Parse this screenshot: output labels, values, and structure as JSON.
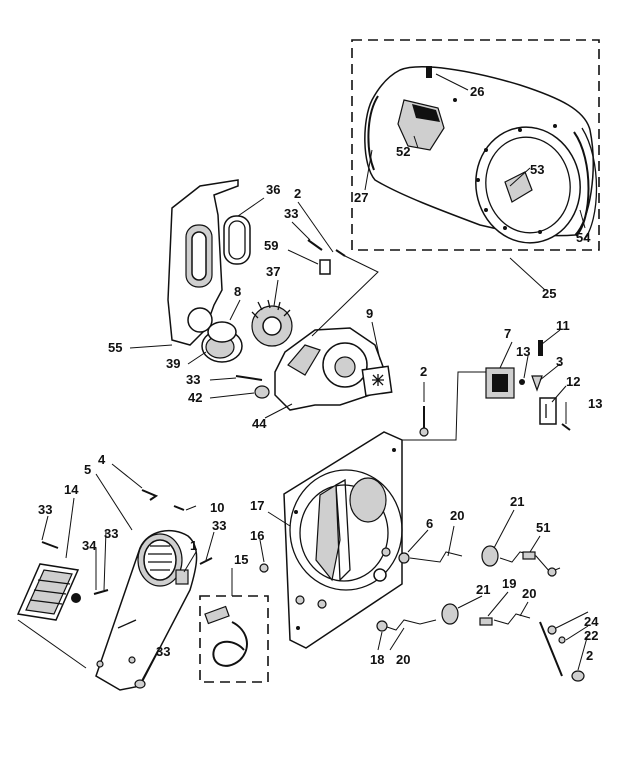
{
  "labels": [
    {
      "id": "26",
      "text": "26"
    },
    {
      "id": "52",
      "text": "52"
    },
    {
      "id": "27",
      "text": "27"
    },
    {
      "id": "53",
      "text": "53"
    },
    {
      "id": "54",
      "text": "54"
    },
    {
      "id": "25",
      "text": "25"
    },
    {
      "id": "36",
      "text": "36"
    },
    {
      "id": "2a",
      "text": "2"
    },
    {
      "id": "33a",
      "text": "33"
    },
    {
      "id": "59",
      "text": "59"
    },
    {
      "id": "37",
      "text": "37"
    },
    {
      "id": "8a",
      "text": "8"
    },
    {
      "id": "55",
      "text": "55"
    },
    {
      "id": "39",
      "text": "39"
    },
    {
      "id": "33b",
      "text": "33"
    },
    {
      "id": "42",
      "text": "42"
    },
    {
      "id": "44",
      "text": "44"
    },
    {
      "id": "9",
      "text": "9"
    },
    {
      "id": "7",
      "text": "7"
    },
    {
      "id": "11",
      "text": "11"
    },
    {
      "id": "13a",
      "text": "13"
    },
    {
      "id": "3",
      "text": "3"
    },
    {
      "id": "12",
      "text": "12"
    },
    {
      "id": "13b",
      "text": "13"
    },
    {
      "id": "2b",
      "text": "2"
    },
    {
      "id": "4",
      "text": "4"
    },
    {
      "id": "5",
      "text": "5"
    },
    {
      "id": "10",
      "text": "10"
    },
    {
      "id": "14",
      "text": "14"
    },
    {
      "id": "33c",
      "text": "33"
    },
    {
      "id": "33d",
      "text": "33"
    },
    {
      "id": "34",
      "text": "34"
    },
    {
      "id": "33e",
      "text": "33"
    },
    {
      "id": "1",
      "text": "1"
    },
    {
      "id": "15",
      "text": "15"
    },
    {
      "id": "16",
      "text": "16"
    },
    {
      "id": "17",
      "text": "17"
    },
    {
      "id": "6",
      "text": "6"
    },
    {
      "id": "20a",
      "text": "20"
    },
    {
      "id": "21a",
      "text": "21"
    },
    {
      "id": "51",
      "text": "51"
    },
    {
      "id": "21b",
      "text": "21"
    },
    {
      "id": "19",
      "text": "19"
    },
    {
      "id": "20b",
      "text": "20"
    },
    {
      "id": "24",
      "text": "24"
    },
    {
      "id": "22",
      "text": "22"
    },
    {
      "id": "2c",
      "text": "2"
    },
    {
      "id": "18",
      "text": "18"
    },
    {
      "id": "20c",
      "text": "20"
    },
    {
      "id": "33f",
      "text": "33"
    }
  ]
}
